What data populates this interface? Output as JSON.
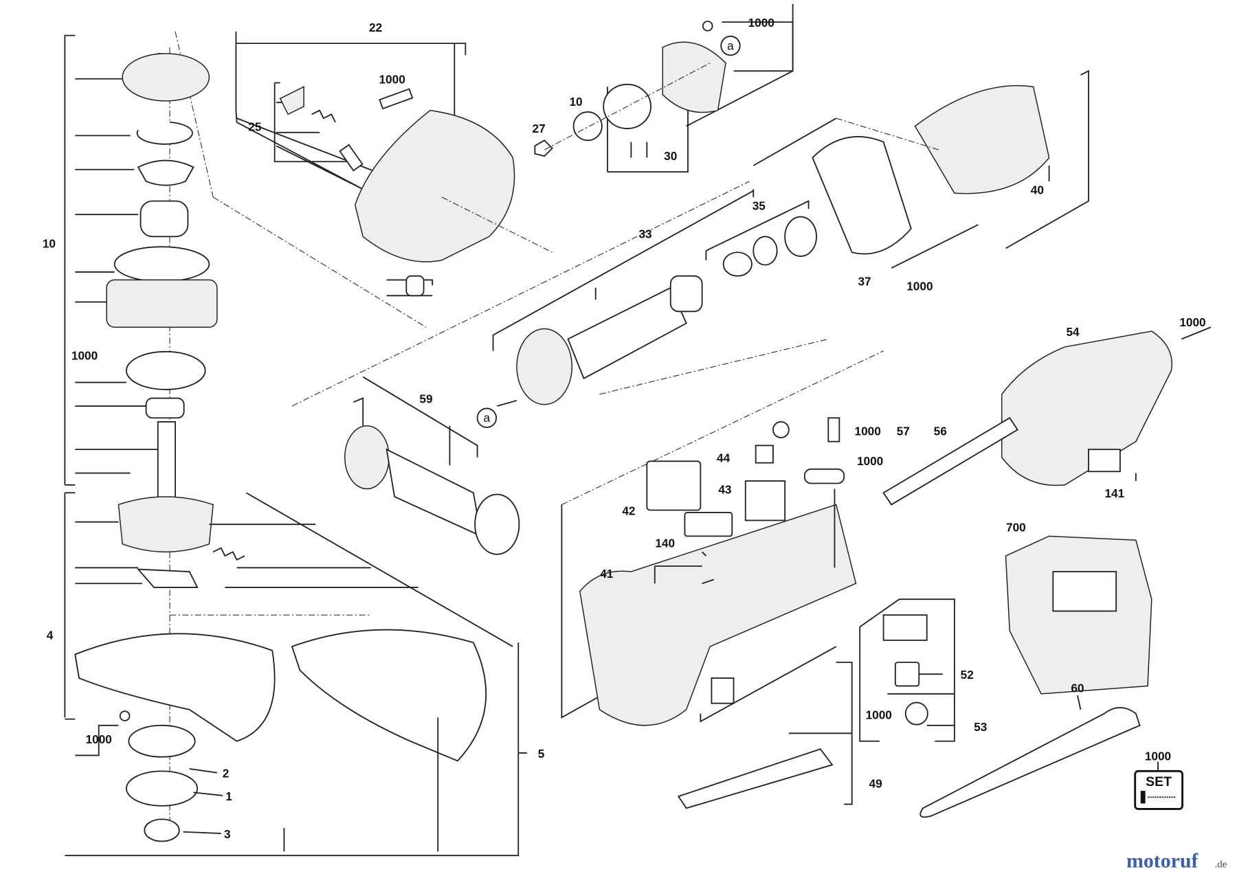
{
  "labels": {
    "top_screw": "1000",
    "ref_a_top": "a",
    "gear_housing": "22",
    "housing_screw": "1000",
    "bearing_cap": "10",
    "nut": "27",
    "spindle_lock": "25",
    "bearing_plate": "30",
    "field": "40",
    "bearing_set": "35",
    "armature": "33",
    "air_guide": "37",
    "field_screw": "1000",
    "gear_head_assembly": "10",
    "flange_screw": "1000",
    "ref_a_armature": "a",
    "aux_handle": "59",
    "handle_housing": "54",
    "handle_screw": "1000",
    "switch_screw": "1000",
    "cable_57": "57",
    "cable_sleeve": "56",
    "part_44": "44",
    "clamp_screw": "1000",
    "switch_42": "42",
    "capacitor_43": "43",
    "label_141": "141",
    "case_700": "700",
    "label_140": "140",
    "motor_housing": "41",
    "guard_4": "4",
    "brush_52": "52",
    "spanner_60": "60",
    "guard_screw": "1000",
    "flange_2": "2",
    "guard_5": "5",
    "brush_screw": "1000",
    "brush_holder_53": "53",
    "switch_rod_49": "49",
    "flange_1": "1",
    "nut_3": "3",
    "set_number": "1000",
    "set_text": "SET"
  },
  "watermark": {
    "main": "motoruf",
    "suffix": ".de"
  },
  "colors": {
    "ink": "#222222",
    "logo": [
      "#3a5fae",
      "#3aa34a",
      "#e0a020",
      "#c8334a",
      "#8a4fb0",
      "#e07a20",
      "#d4b21e"
    ]
  }
}
